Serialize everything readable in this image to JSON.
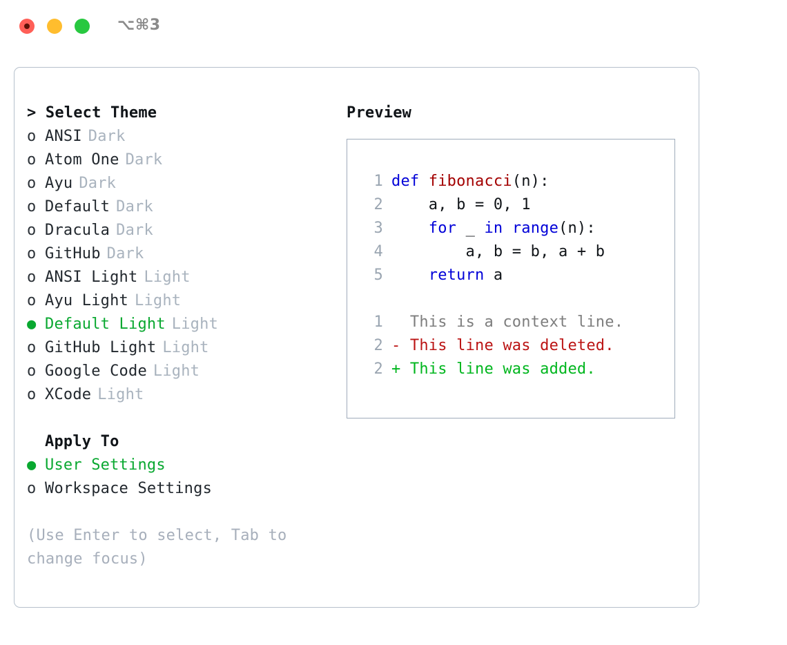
{
  "titlebar": {
    "shortcut": "⌥⌘3",
    "lights": [
      "close",
      "minimize",
      "maximize"
    ]
  },
  "theme_list": {
    "header": "> Select Theme",
    "items": [
      {
        "marker": "o",
        "label": "ANSI",
        "category": "Dark",
        "selected": false
      },
      {
        "marker": "o",
        "label": "Atom One",
        "category": "Dark",
        "selected": false
      },
      {
        "marker": "o",
        "label": "Ayu",
        "category": "Dark",
        "selected": false
      },
      {
        "marker": "o",
        "label": "Default",
        "category": "Dark",
        "selected": false
      },
      {
        "marker": "o",
        "label": "Dracula",
        "category": "Dark",
        "selected": false
      },
      {
        "marker": "o",
        "label": "GitHub",
        "category": "Dark",
        "selected": false
      },
      {
        "marker": "o",
        "label": "ANSI Light",
        "category": "Light",
        "selected": false
      },
      {
        "marker": "o",
        "label": "Ayu Light",
        "category": "Light",
        "selected": false
      },
      {
        "marker": "●",
        "label": "Default Light",
        "category": "Light",
        "selected": true
      },
      {
        "marker": "o",
        "label": "GitHub Light",
        "category": "Light",
        "selected": false
      },
      {
        "marker": "o",
        "label": "Google Code",
        "category": "Light",
        "selected": false
      },
      {
        "marker": "o",
        "label": "XCode",
        "category": "Light",
        "selected": false
      }
    ]
  },
  "apply_to": {
    "header": "Apply To",
    "items": [
      {
        "marker": "●",
        "label": "User Settings",
        "selected": true
      },
      {
        "marker": "o",
        "label": "Workspace Settings",
        "selected": false
      }
    ]
  },
  "hint": "(Use Enter to select, Tab to change focus)",
  "preview": {
    "title": "Preview",
    "code_lines": [
      {
        "lineno": "1",
        "tokens": [
          {
            "text": "def ",
            "type": "kw"
          },
          {
            "text": "fibonacci",
            "type": "fn"
          },
          {
            "text": "(n):",
            "type": "plain"
          }
        ]
      },
      {
        "lineno": "2",
        "tokens": [
          {
            "text": "    a, b = 0, 1",
            "type": "plain"
          }
        ]
      },
      {
        "lineno": "3",
        "tokens": [
          {
            "text": "    ",
            "type": "plain"
          },
          {
            "text": "for",
            "type": "kw"
          },
          {
            "text": " _ ",
            "type": "plain"
          },
          {
            "text": "in",
            "type": "kw"
          },
          {
            "text": " ",
            "type": "plain"
          },
          {
            "text": "range",
            "type": "kw"
          },
          {
            "text": "(n):",
            "type": "plain"
          }
        ]
      },
      {
        "lineno": "4",
        "tokens": [
          {
            "text": "        a, b = b, a + b",
            "type": "plain"
          }
        ]
      },
      {
        "lineno": "5",
        "tokens": [
          {
            "text": "    ",
            "type": "plain"
          },
          {
            "text": "return",
            "type": "kw"
          },
          {
            "text": " a",
            "type": "plain"
          }
        ]
      }
    ],
    "diff_lines": [
      {
        "lineno": "1",
        "sign": " ",
        "text": "This is a context line.",
        "type": "ctx"
      },
      {
        "lineno": "2",
        "sign": "-",
        "text": "This line was deleted.",
        "type": "del"
      },
      {
        "lineno": "2",
        "sign": "+",
        "text": "This line was added.",
        "type": "add"
      }
    ]
  },
  "colors": {
    "selected_green": "#09a830",
    "keyword_blue": "#0000d8",
    "function_red": "#a30000",
    "diff_delete": "#bb1414",
    "diff_add": "#00b61e",
    "muted_gray": "#a9b3be",
    "panel_border": "#b6c0cc",
    "light_close": "#ff5f57",
    "light_minimize": "#ffbd2e",
    "light_maximize": "#28c840"
  }
}
